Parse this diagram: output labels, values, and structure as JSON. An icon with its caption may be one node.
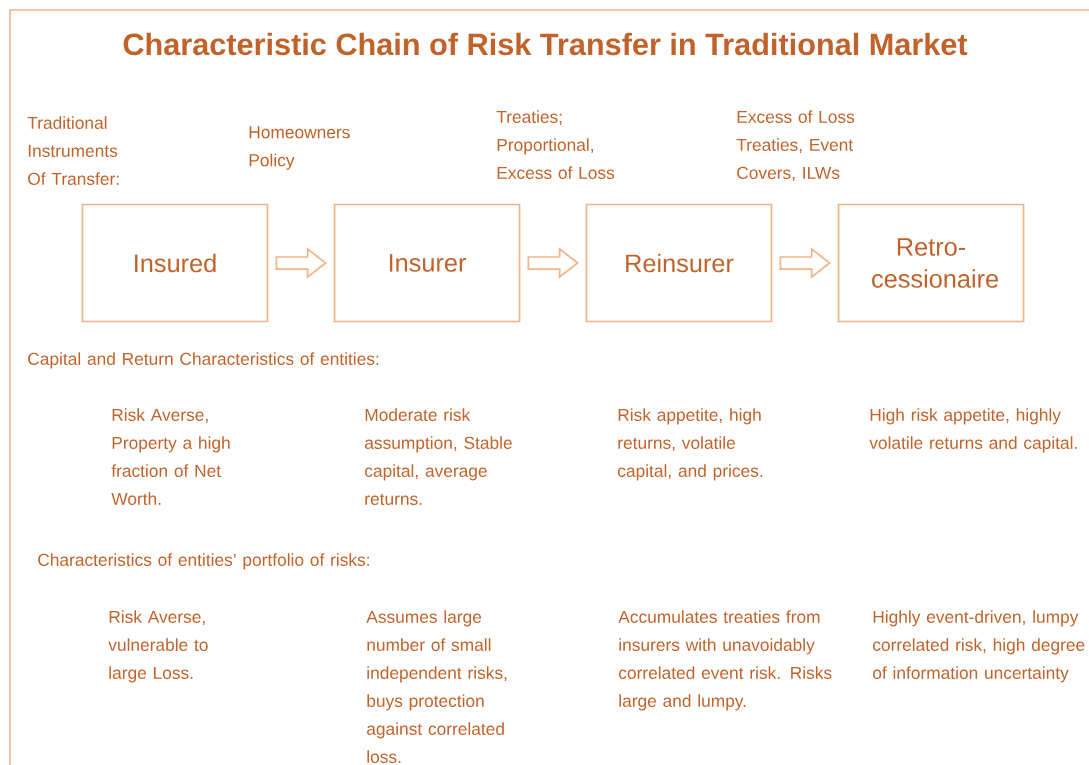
{
  "diagram": {
    "title": "Characteristic Chain of Risk Transfer in Traditional Market",
    "nodes": [
      {
        "text": [
          "Insured"
        ]
      },
      {
        "text": [
          "Insurer"
        ]
      },
      {
        "text": [
          "Reinsurer"
        ]
      },
      {
        "text": [
          "Retro-cessionaire"
        ]
      }
    ],
    "edges": [
      {
        "from": 0,
        "to": 1,
        "arrow": "to"
      },
      {
        "from": 1,
        "to": 2,
        "arrow": "to"
      },
      {
        "from": 2,
        "to": 3,
        "arrow": "to"
      }
    ],
    "labels": [
      "Traditional Instruments Of Transfer:",
      "Homeowners Policy",
      "Treaties; Proportional, Excess of Loss",
      "Excess of Loss Treaties, Event Covers, ILWs",
      "Capital and Return Characteristics of entities:",
      "Risk Averse, Property a high fraction of Net Worth.",
      "Moderate risk assumption, Stable capital, average returns.",
      "Risk appetite, high returns, volatile capital, and prices.",
      "High risk appetite, highly volatile returns and capital.",
      "Characteristics of entities’ portfolio of risks:",
      "Risk Averse, vulnerable to large Loss.",
      "Assumes large number of small independent risks, buys protection against correlated loss.",
      "Accumulates treaties from insurers with unavoidably correlated event risk. Risks large and lumpy.",
      "Highly event-driven, lumpy correlated risk, high degree of information uncertainty"
    ]
  }
}
